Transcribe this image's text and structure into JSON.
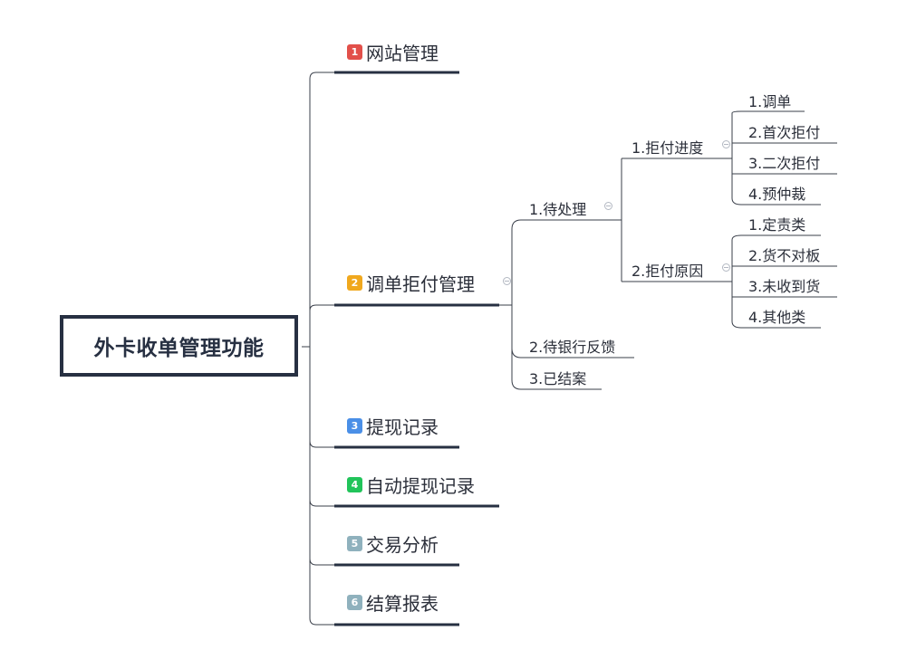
{
  "root": {
    "label": "外卡收单管理功能"
  },
  "branches": [
    {
      "badge": "1",
      "badge_color": "#e2504a",
      "label": "网站管理"
    },
    {
      "badge": "2",
      "badge_color": "#f0a81e",
      "label": "调单拒付管理"
    },
    {
      "badge": "3",
      "badge_color": "#4a8fe7",
      "label": "提现记录"
    },
    {
      "badge": "4",
      "badge_color": "#21c45a",
      "label": "自动提现记录"
    },
    {
      "badge": "5",
      "badge_color": "#8fb1bd",
      "label": "交易分析"
    },
    {
      "badge": "6",
      "badge_color": "#8fb1bd",
      "label": "结算报表"
    }
  ],
  "sub_nodes": [
    {
      "label": "1.待处理"
    },
    {
      "label": "2.待银行反馈"
    },
    {
      "label": "3.已结案"
    }
  ],
  "pending_nodes": [
    {
      "label": "1.拒付进度"
    },
    {
      "label": "2.拒付原因"
    }
  ],
  "progress_items": [
    "1.调单",
    "2.首次拒付",
    "3.二次拒付",
    "4.预仲裁"
  ],
  "reason_items": [
    "1.定责类",
    "2.货不对板",
    "3.未收到货",
    "4.其他类"
  ],
  "colors": {
    "line": "#273042",
    "thin_line": "#3a3f4a",
    "text": "#2b2f3a"
  }
}
